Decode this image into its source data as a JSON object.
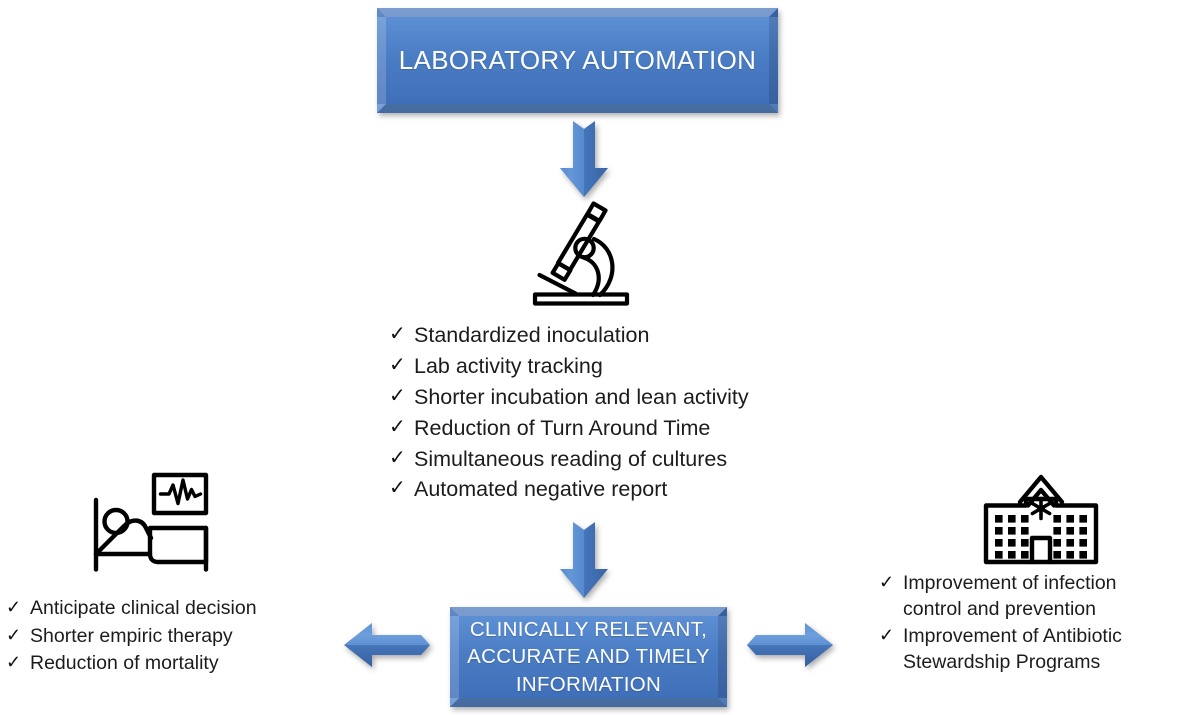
{
  "diagram": {
    "title": "Laboratory Automation Clinical Impact Flow Diagram",
    "accent_color": "#4a7cc4",
    "accent_light": "#6d9ad9",
    "accent_dark": "#3a66ad",
    "text_color": "#1c1c1c",
    "box_text_color": "#ffffff",
    "background": "#ffffff"
  },
  "top_box": {
    "label": "LABORATORY AUTOMATION"
  },
  "bottom_box": {
    "lines": [
      "CLINICALLY RELEVANT,",
      "ACCURATE AND TIMELY",
      "INFORMATION"
    ],
    "label": "CLINICALLY RELEVANT, ACCURATE AND TIMELY INFORMATION"
  },
  "arrows": {
    "top_down": "arrow-down-icon",
    "middle_down": "arrow-down-icon",
    "left": "arrow-left-icon",
    "right": "arrow-right-icon"
  },
  "icons": {
    "center": "microscope-icon",
    "left": "patient-bed-monitor-icon",
    "right": "hospital-building-icon"
  },
  "center_list": {
    "tick": "✓",
    "items": [
      "Standardized inoculation",
      "Lab activity tracking",
      "Shorter incubation and lean activity",
      "Reduction of Turn Around Time",
      "Simultaneous reading of cultures",
      "Automated negative report"
    ]
  },
  "left_list": {
    "tick": "✓",
    "items": [
      "Anticipate clinical decision",
      "Shorter empiric therapy",
      "Reduction of mortality"
    ]
  },
  "right_list": {
    "tick": "✓",
    "items": [
      "Improvement of infection control and prevention",
      "Improvement of Antibiotic Stewardship Programs"
    ]
  }
}
